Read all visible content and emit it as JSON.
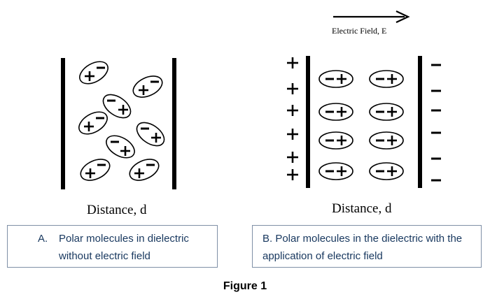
{
  "panel_a": {
    "distance_label": "Distance, d",
    "caption_letter": "A.",
    "caption_text": "Polar molecules in dielectric without electric field"
  },
  "panel_b": {
    "field_label": "Electric Field, E",
    "distance_label": "Distance, d",
    "caption_text": "B.  Polar molecules in the dielectric with the application of electric field"
  },
  "figure_title": "Figure 1",
  "symbols": {
    "plus": "+",
    "minus": "−"
  }
}
